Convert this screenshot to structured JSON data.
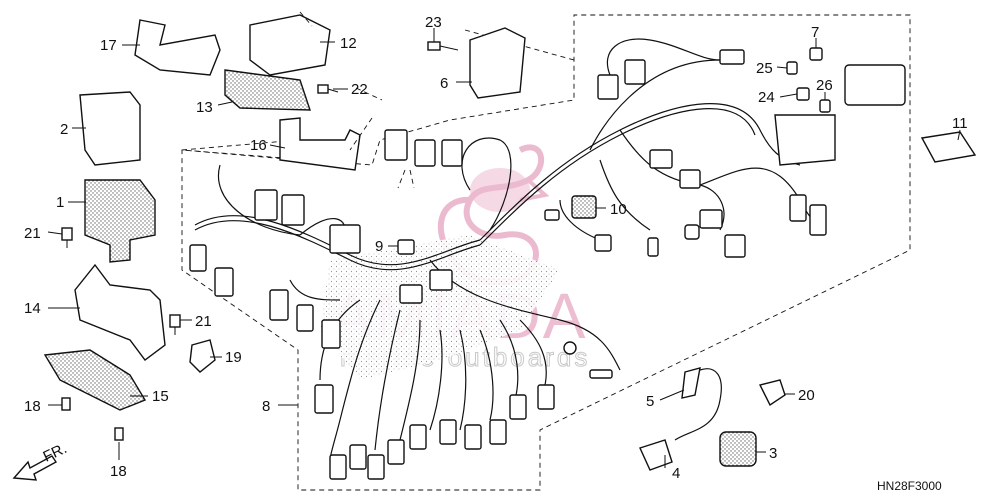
{
  "diagram_code": "HN28F3000",
  "direction_label": "FR.",
  "watermark": {
    "brand": "AMIADA",
    "tagline": "marine outboards"
  },
  "callouts": [
    {
      "id": "c1",
      "label": "1"
    },
    {
      "id": "c2",
      "label": "2"
    },
    {
      "id": "c3",
      "label": "3"
    },
    {
      "id": "c4",
      "label": "4"
    },
    {
      "id": "c5",
      "label": "5"
    },
    {
      "id": "c6",
      "label": "6"
    },
    {
      "id": "c7",
      "label": "7"
    },
    {
      "id": "c8",
      "label": "8"
    },
    {
      "id": "c9",
      "label": "9"
    },
    {
      "id": "c10",
      "label": "10"
    },
    {
      "id": "c11",
      "label": "11"
    },
    {
      "id": "c12",
      "label": "12"
    },
    {
      "id": "c13",
      "label": "13"
    },
    {
      "id": "c14",
      "label": "14"
    },
    {
      "id": "c15",
      "label": "15"
    },
    {
      "id": "c16",
      "label": "16"
    },
    {
      "id": "c17",
      "label": "17"
    },
    {
      "id": "c18a",
      "label": "18"
    },
    {
      "id": "c18b",
      "label": "18"
    },
    {
      "id": "c19",
      "label": "19"
    },
    {
      "id": "c20",
      "label": "20"
    },
    {
      "id": "c21a",
      "label": "21"
    },
    {
      "id": "c21b",
      "label": "21"
    },
    {
      "id": "c22",
      "label": "22"
    },
    {
      "id": "c23",
      "label": "23"
    },
    {
      "id": "c24",
      "label": "24"
    },
    {
      "id": "c25",
      "label": "25"
    },
    {
      "id": "c26",
      "label": "26"
    }
  ]
}
